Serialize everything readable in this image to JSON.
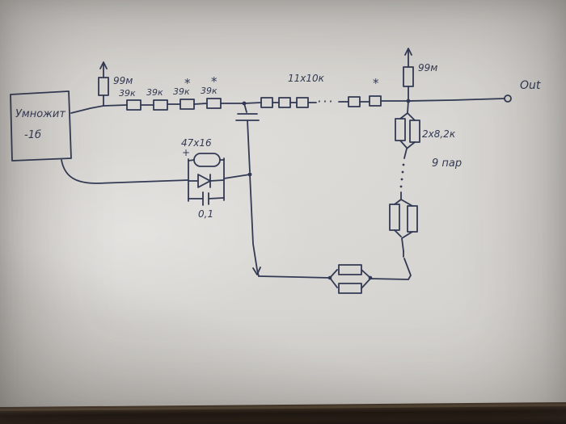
{
  "colors": {
    "ink": "#333a54",
    "paper": "#d5d3cf",
    "table": "#1b130c"
  },
  "schematic": {
    "source_box": {
      "line1": "Умножит",
      "line2": "-1б"
    },
    "top_rail": {
      "bleeder_left": "99м",
      "resistors": [
        "39к",
        "39к",
        "39к",
        "39к"
      ],
      "stars": [
        "*",
        "*",
        "*"
      ],
      "chain_label": "11х10к",
      "ellipsis": "···",
      "bleeder_right": "99м",
      "out": "Out"
    },
    "ladder": {
      "pair_value": "2х8,2к",
      "pairs_count": "9 пар"
    },
    "filter": {
      "plus": "+",
      "cap_big": "47х16",
      "cap_small": "0,1"
    }
  }
}
